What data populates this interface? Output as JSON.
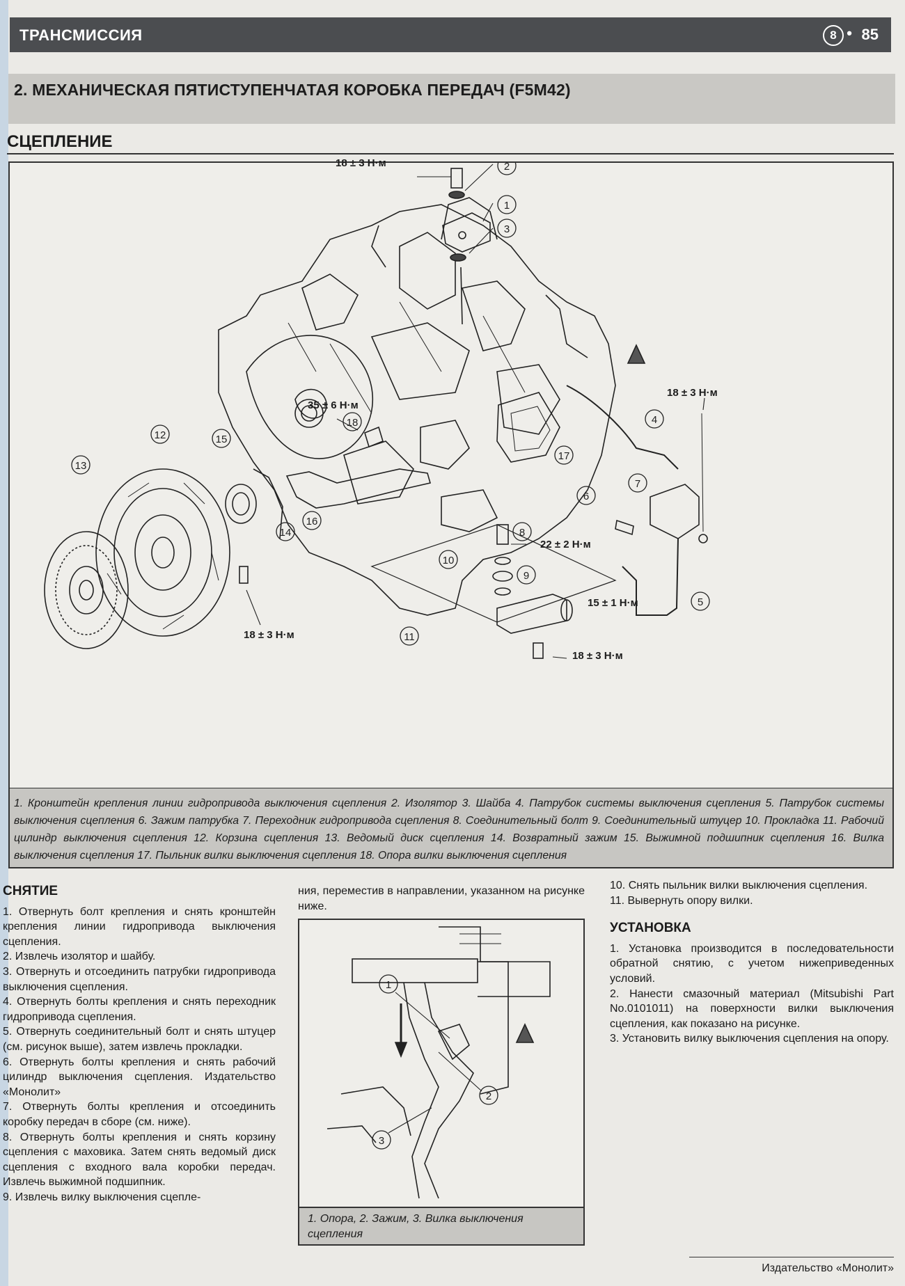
{
  "header": {
    "section": "ТРАНСМИССИЯ",
    "chapter_num": "8",
    "page_number": "85"
  },
  "chapter_title": "2. МЕХАНИЧЕСКАЯ ПЯТИСТУПЕНЧАТАЯ КОРОБКА ПЕРЕДАЧ (F5M42)",
  "subsection": "СЦЕПЛЕНИЕ",
  "figure1": {
    "torque_labels": [
      "18 ± 3 Н·м",
      "18 ± 3 Н·м",
      "35 ± 6 Н·м",
      "22 ± 2 Н·м",
      "15 ± 1 Н·м",
      "18 ± 3 Н·м",
      "18 ± 3 Н·м"
    ],
    "callouts": [
      "1",
      "2",
      "3",
      "4",
      "5",
      "6",
      "7",
      "8",
      "9",
      "10",
      "11",
      "12",
      "13",
      "14",
      "15",
      "16",
      "17",
      "18"
    ],
    "caption": "1. Кронштейн крепления линии гидропривода выключения сцепления 2. Изолятор 3. Шайба 4. Патрубок системы выключения сцепления 5. Патрубок системы выключения сцепления 6. Зажим патрубка 7. Переходник гидропривода сцепления 8. Соединительный болт 9. Соединительный штуцер 10. Прокладка 11. Рабочий цилиндр выключения сцепления 12. Корзина сцепления 13. Ведомый диск сцепления 14. Возвратный зажим 15. Выжимной подшипник сцепления 16. Вилка выключения сцепления 17. Пыльник вилки выключения сцепления 18. Опора вилки выключения сцепления"
  },
  "removal": {
    "heading": "СНЯТИЕ",
    "steps": [
      "1. Отвернуть болт крепления и снять кронштейн крепления линии гидропривода выключения сцепления.",
      "2. Извлечь изолятор и шайбу.",
      "3. Отвернуть и отсоединить патрубки гидропривода выключения сцепления.",
      "4. Отвернуть болты крепления и снять переходник гидропривода сцепления.",
      "5. Отвернуть соединительный болт и снять штуцер (см. рисунок выше), затем извлечь прокладки.",
      "6. Отвернуть болты крепления и снять рабочий цилиндр выключения сцепления. Издательство «Монолит»",
      "7. Отвернуть болты крепления и отсоединить коробку передач в сборе (см. ниже).",
      "8. Отвернуть болты крепления и снять корзину сцепления с маховика. Затем снять ведомый диск сцепления с входного вала коробки передач. Извлечь выжимной подшипник.",
      "9. Извлечь вилку выключения сцепле-"
    ],
    "continuation": "ния, переместив в направлении, указанном на рисунке ниже."
  },
  "figure2": {
    "callouts": [
      "1",
      "2",
      "3"
    ],
    "caption": "1. Опора, 2. Зажим, 3. Вилка выключения сцепления"
  },
  "removal_cont": [
    "10. Снять пыльник вилки выключения сцепления.",
    "11. Вывернуть опору вилки."
  ],
  "installation": {
    "heading": "УСТАНОВКА",
    "steps": [
      "1. Установка производится в последовательности обратной снятию, с учетом нижеприведенных условий.",
      "2. Нанести смазочный материал (Mitsubishi Part No.0101011) на поверхности вилки выключения сцепления, как показано на рисунке.",
      "3. Установить вилку выключения сцепления на опору."
    ]
  },
  "footer": "Издательство «Монолит»"
}
